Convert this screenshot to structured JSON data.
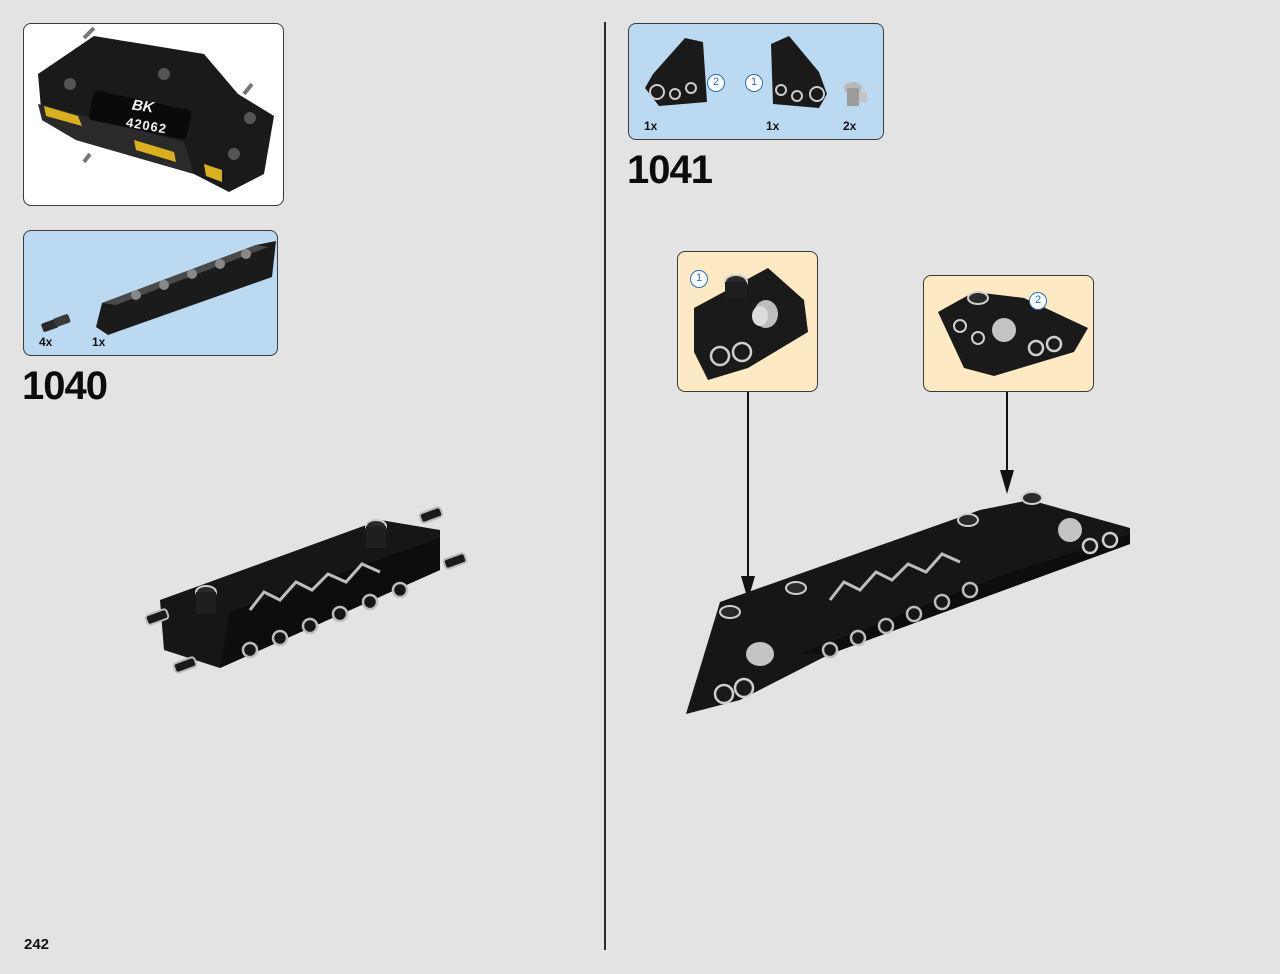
{
  "page_number": "242",
  "steps": {
    "left": {
      "number": "1040"
    },
    "right": {
      "number": "1041"
    }
  },
  "left_subassembly_panel": {
    "logo_text": "BK",
    "model_number": "42062"
  },
  "left_parts_panel": {
    "parts": [
      {
        "qty": "4x",
        "part": "pin-connector"
      },
      {
        "qty": "1x",
        "part": "black-beam-panel"
      }
    ]
  },
  "right_parts_panel": {
    "parts": [
      {
        "qty": "1x",
        "part": "angled-connector-block",
        "callout": "2"
      },
      {
        "qty": "1x",
        "part": "angled-connector-block",
        "callout": "1"
      },
      {
        "qty": "2x",
        "part": "grey-axle-pin"
      }
    ]
  },
  "detail_callouts": {
    "left": {
      "label": "1"
    },
    "right": {
      "label": "2"
    }
  },
  "colors": {
    "page_background": "#e3e3e3",
    "parts_panel": "#bcd9f2",
    "detail_panel": "#fde9c4",
    "callout": "#2a6fb5"
  }
}
